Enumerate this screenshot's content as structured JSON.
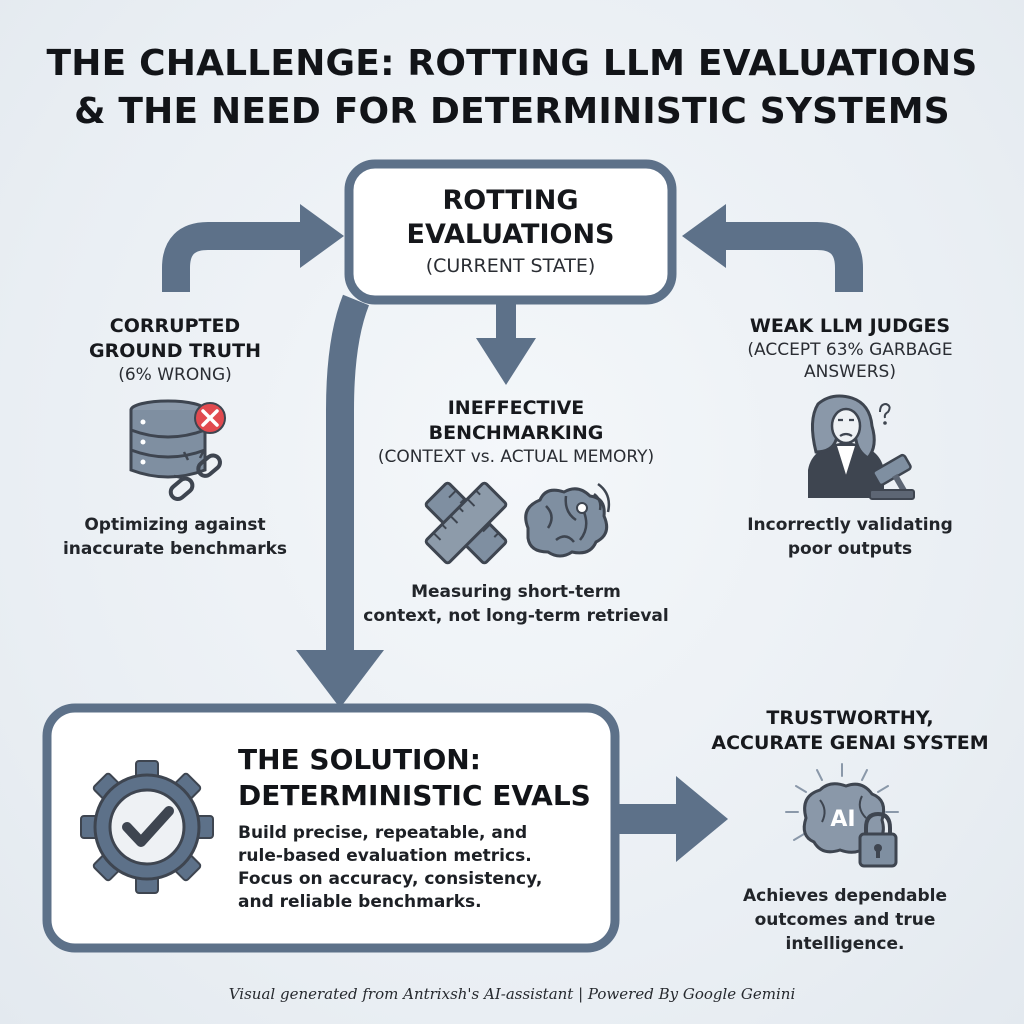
{
  "title": {
    "line1": "THE CHALLENGE: ROTTING LLM EVALUATIONS",
    "line2": "& THE NEED FOR DETERMINISTIC SYSTEMS"
  },
  "center_box": {
    "line1": "ROTTING",
    "line2": "EVALUATIONS",
    "subtitle": "(CURRENT STATE)"
  },
  "left_node": {
    "line1": "CORRUPTED",
    "line2": "GROUND TRUTH",
    "subtitle": "(6% WRONG)",
    "caption_line1": "Optimizing against",
    "caption_line2": "inaccurate benchmarks",
    "icon": "database-broken-link-icon"
  },
  "middle_node": {
    "line1": "INEFFECTIVE",
    "line2": "BENCHMARKING",
    "subtitle": "(CONTEXT vs. ACTUAL MEMORY)",
    "caption_line1": "Measuring short-term",
    "caption_line2": "context, not long-term retrieval",
    "icon": "crossed-ruler-brain-icon"
  },
  "right_node": {
    "line1": "WEAK LLM JUDGES",
    "line2": "(ACCEPT 63% GARBAGE",
    "line3": "ANSWERS)",
    "caption_line1": "Incorrectly validating",
    "caption_line2": "poor outputs",
    "icon": "confused-judge-gavel-icon"
  },
  "solution_box": {
    "title_line1": "THE SOLUTION:",
    "title_line2": "DETERMINISTIC EVALS",
    "body_line1": "Build precise, repeatable, and",
    "body_line2": "rule-based evaluation metrics.",
    "body_line3": "Focus on accuracy, consistency,",
    "body_line4": "and reliable benchmarks.",
    "icon": "gear-checkmark-icon"
  },
  "outcome_node": {
    "line1": "TRUSTWORTHY,",
    "line2": "ACCURATE GENAI SYSTEM",
    "icon_text": "AI",
    "caption_line1": "Achieves dependable",
    "caption_line2": "outcomes and true",
    "caption_line3": "intelligence.",
    "icon": "ai-brain-lock-icon"
  },
  "footer": "Visual generated from Antrixsh's AI-assistant | Powered By Google Gemini",
  "colors": {
    "arrow": "#5d7189",
    "box_border": "#5d7189",
    "icon_gray": "#7f8fa1",
    "icon_dark": "#3e4550",
    "error_red": "#e14a4f"
  }
}
